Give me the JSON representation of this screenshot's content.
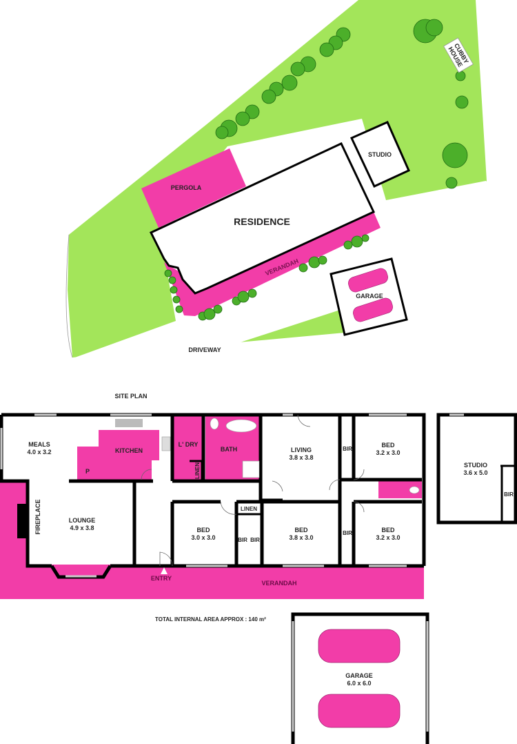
{
  "colors": {
    "grass": "#a3e55a",
    "feature": "#f23da8",
    "wall": "#000000",
    "tree": "#4caf2a"
  },
  "site_plan": {
    "title": "SITE PLAN",
    "residence": "RESIDENCE",
    "pergola": "PERGOLA",
    "verandah": "VERANDAH",
    "studio": "STUDIO",
    "garage": "GARAGE",
    "driveway": "DRIVEWAY",
    "cubby_house": [
      "CUBBY",
      "HOUSE"
    ]
  },
  "floor_plan": {
    "rooms": {
      "meals": {
        "name": "MEALS",
        "size": "4.0 x 3.2"
      },
      "kitchen": {
        "name": "KITCHEN"
      },
      "pantry": {
        "name": "P"
      },
      "laundry": {
        "name": "L' DRY"
      },
      "linen_laundry": {
        "name": "LINEN"
      },
      "bath": {
        "name": "BATH"
      },
      "living": {
        "name": "LIVING",
        "size": "3.8 x 3.8"
      },
      "bed1": {
        "name": "BED",
        "size": "3.2 x 3.0"
      },
      "bir1": {
        "name": "BIR"
      },
      "fireplace": {
        "name": "FIREPLACE"
      },
      "lounge": {
        "name": "LOUNGE",
        "size": "4.9 x 3.8"
      },
      "bed2": {
        "name": "BED",
        "size": "3.0 x 3.0"
      },
      "linen_hall": {
        "name": "LINEN"
      },
      "bir2": {
        "name": "BIR"
      },
      "bir3": {
        "name": "BIR"
      },
      "bed3": {
        "name": "BED",
        "size": "3.8 x 3.0"
      },
      "bir4": {
        "name": "BIR"
      },
      "bed4": {
        "name": "BED",
        "size": "3.2 x 3.0"
      },
      "entry": {
        "name": "ENTRY"
      },
      "verandah": {
        "name": "VERANDAH"
      },
      "studio": {
        "name": "STUDIO",
        "size": "3.6 x 5.0"
      },
      "studio_bir": {
        "name": "BIR"
      },
      "garage": {
        "name": "GARAGE",
        "size": "6.0 x 6.0"
      }
    },
    "total_area": "TOTAL INTERNAL AREA APPROX : 140 m²"
  }
}
